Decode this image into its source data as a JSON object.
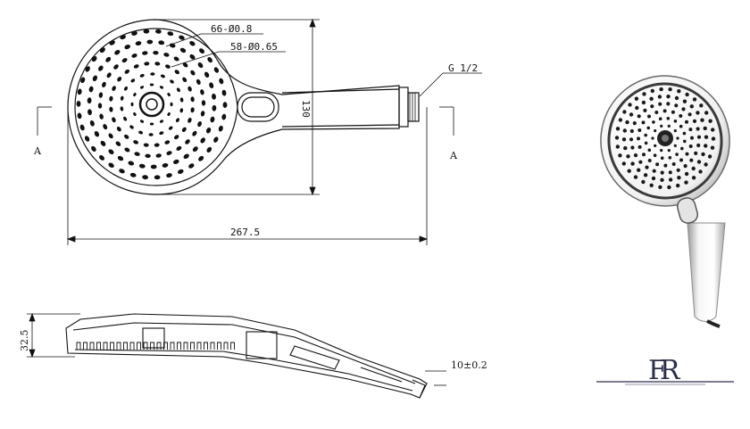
{
  "drawing": {
    "spray_spec_outer": "66-Ø0.8",
    "spray_spec_inner": "58-Ø0.65",
    "thread_spec": "G 1/2",
    "height_dim": "130",
    "length_dim": "267.5",
    "section_left_label": "A",
    "section_right_label": "A",
    "side_thickness_dim": "32.5",
    "outlet_dim": "10±0.2"
  },
  "logo": {
    "text": "FR",
    "color": "#2c2e4a"
  }
}
